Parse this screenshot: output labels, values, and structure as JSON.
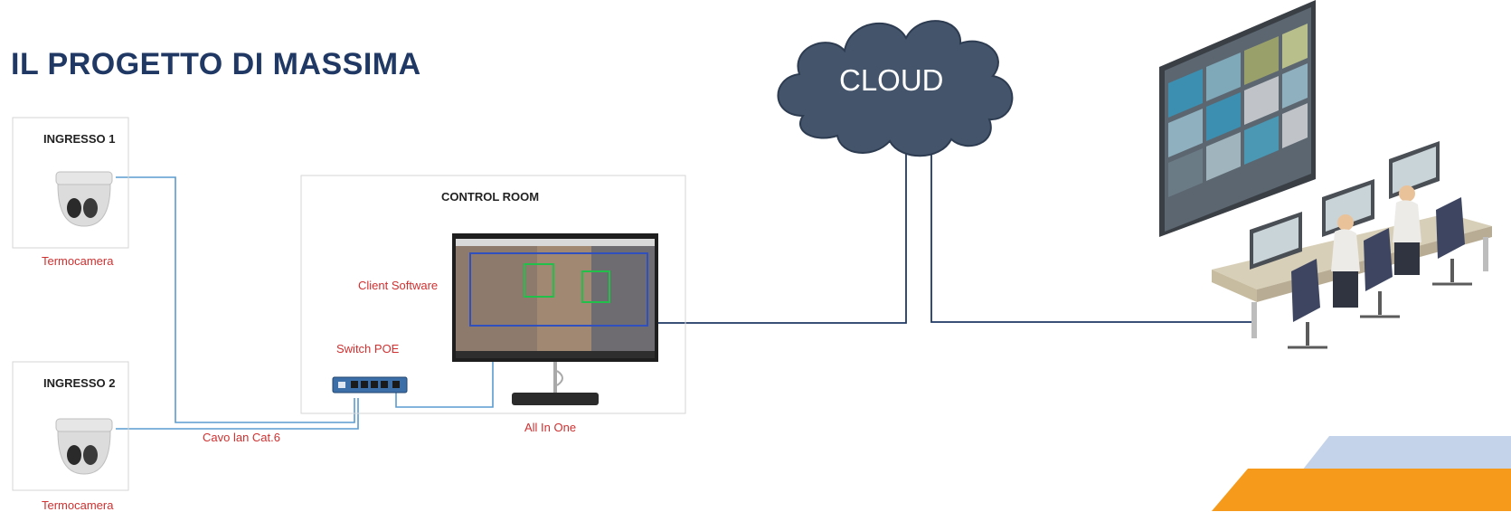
{
  "title": "IL PROGETTO DI MASSIMA",
  "cloud": {
    "label": "CLOUD",
    "color": "#44546a"
  },
  "entrance1": {
    "label": "INGRESSO 1",
    "device": "Termocamera"
  },
  "entrance2": {
    "label": "INGRESSO 2",
    "device": "Termocamera"
  },
  "control_room": {
    "label": "CONTROL ROOM",
    "client_software": "Client Software",
    "switch": "Switch POE",
    "all_in_one": "All In One"
  },
  "cable": "Cavo lan Cat.6",
  "colors": {
    "title": "#1f3864",
    "cable": "#4a90c2",
    "wan": "#1f3864",
    "accent_orange": "#f59a1b",
    "accent_blue": "#c5d3ea"
  }
}
